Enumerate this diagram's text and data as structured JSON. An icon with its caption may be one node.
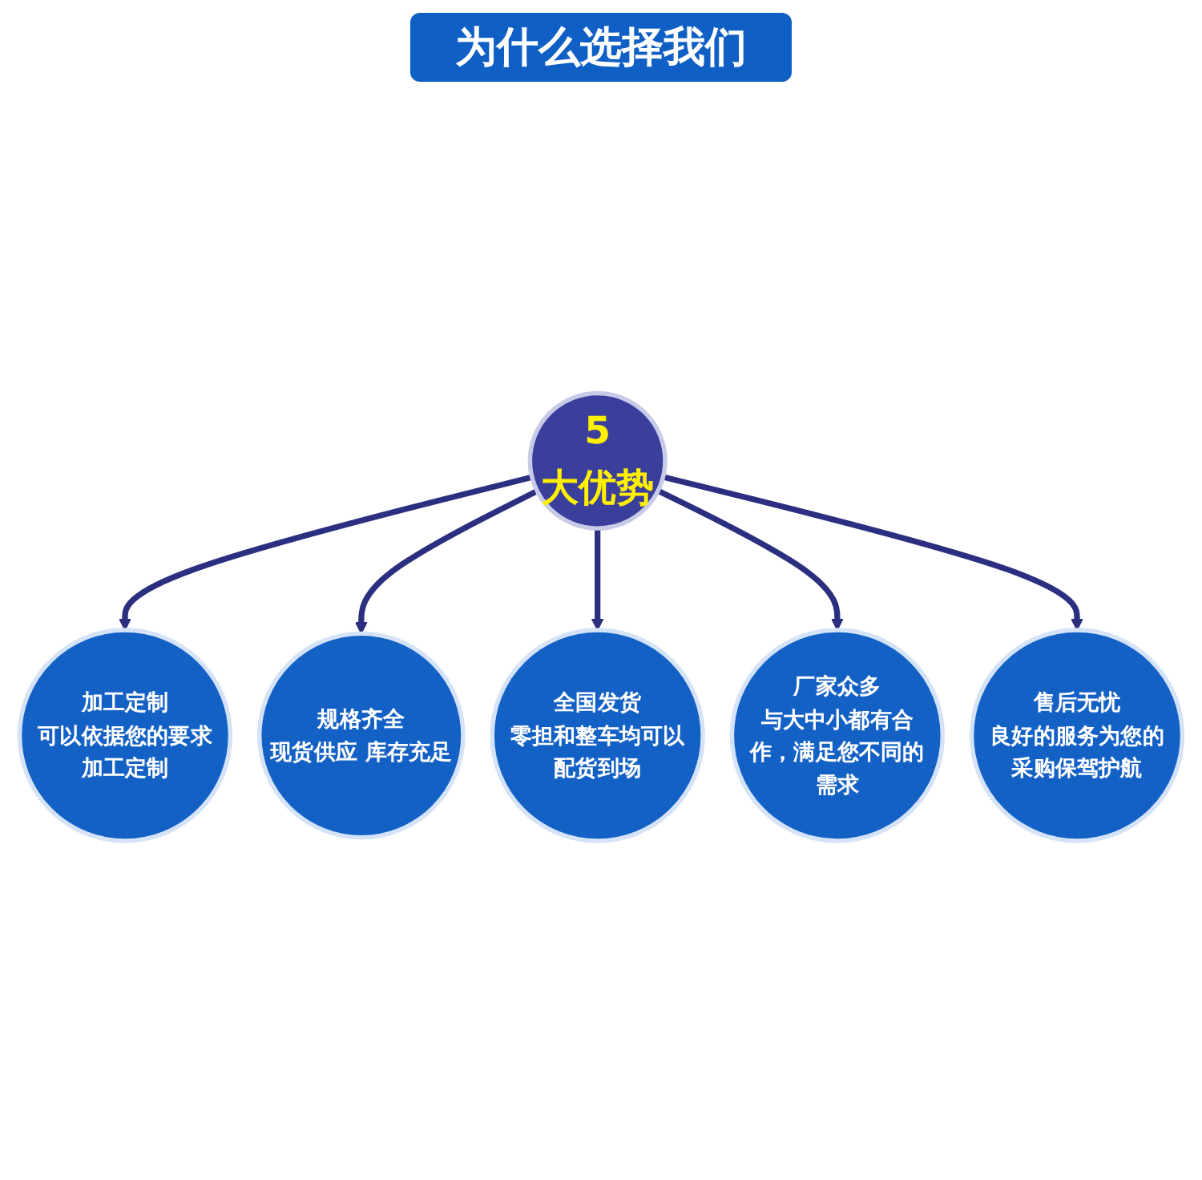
{
  "diagram": {
    "title": "为什么选择我们",
    "nodes": [
      {
        "text": [
          "5",
          "大优势"
        ]
      },
      {
        "text": [
          "加工定制",
          "可以依据您的要求加工定制"
        ]
      },
      {
        "text": [
          "规格齐全",
          "现货供应 库存充足"
        ]
      },
      {
        "text": [
          "全国发货",
          "零担和整车均可以配货到场"
        ]
      },
      {
        "text": [
          "厂家众多",
          "与大中小都有合作，满足您不同的需求"
        ]
      },
      {
        "text": [
          "售后无忧",
          "良好的服务为您的采购保驾护航"
        ]
      }
    ],
    "edges": [
      {
        "from": 0,
        "to": 1,
        "arrow": "to"
      },
      {
        "from": 0,
        "to": 2,
        "arrow": "to"
      },
      {
        "from": 0,
        "to": 3,
        "arrow": "to"
      },
      {
        "from": 0,
        "to": 4,
        "arrow": "to"
      },
      {
        "from": 0,
        "to": 5,
        "arrow": "to"
      }
    ]
  }
}
